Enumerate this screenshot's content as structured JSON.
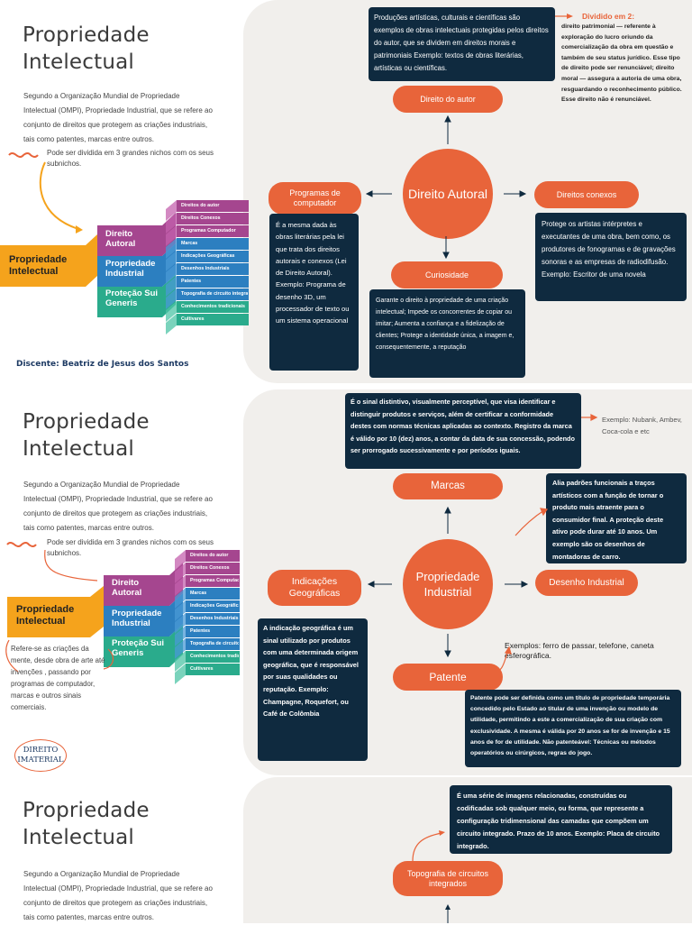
{
  "common": {
    "title_line1": "Propriedade",
    "title_line2": "Intelectual",
    "intro": "Segundo a Organização Mundial de Propriedade Intelectual (OMPI), Propriedade Industrial, que se refere ao conjunto de direitos que protegem as criações industriais, tais como patentes, marcas entre outros.",
    "niche_text": "Pode ser dividida em 3 grandes nichos com os seus subnichos.",
    "block_main": "Propriedade Intelectual",
    "block_direito": "Direito Autoral",
    "block_industrial": "Propriedade Industrial",
    "block_protecao": "Proteção Sui Generis",
    "stairs": [
      "Direitos do autor",
      "Direitos Conexos",
      "Programas Computador",
      "Marcas",
      "Indicações Geográficas",
      "Desenhos Industriais",
      "Patentes",
      "Topografia de circuito integrado",
      "Conhecimentos tradicionais",
      "Cultivares"
    ]
  },
  "section1": {
    "student": "Discente: Beatriz de Jesus dos Santos",
    "center": "Direito Autoral",
    "producoes": "Produções artísticas, culturais e científicas são exemplos de obras intelectuais protegidas pelos direitos do autor, que se dividem em direitos morais e patrimoniais Exemplo: textos de obras literárias, artísticas ou científicas.",
    "dividido_label": "Dividido em 2:",
    "dividido_text": "direito patrimonial — referente à exploração do lucro oriundo da comercialização da obra em questão e também de seu status jurídico. Esse tipo de direito pode ser renunciável; direito moral — assegura a autoria de uma obra, resguardando o reconhecimento público. Esse direito não é renunciável.",
    "direito_autor": "Direito do autor",
    "programas": "Programas de computador",
    "programas_text": "É a mesma dada às obras literárias pela lei que trata dos direitos autorais e conexos (Lei de Direito Autoral). Exemplo: Programa de desenho 3D, um processador de texto ou um sistema operacional",
    "conexos": "Direitos conexos",
    "conexos_text": "Protege os artistas intérpretes e executantes de uma obra, bem como, os produtores de fonogramas e de gravações sonoras e as empresas de radiodifusão. Exemplo: Escritor de uma novela",
    "curiosidade": "Curiosidade",
    "curiosidade_text": "Garante o direito à propriedade de uma criação intelectual; Impede os concorrentes de copiar ou imitar; Aumenta a confiança e a fidelização de clientes; Protege a identidade única, a imagem e, consequentemente, a reputação"
  },
  "section2": {
    "center": "Propriedade Industrial",
    "marca_text": "É o sinal distintivo, visualmente perceptível, que visa identificar e distinguir produtos e serviços, além de certificar a conformidade destes com normas técnicas aplicadas ao contexto. Registro da marca é válido por 10 (dez) anos, a contar da data de sua concessão, podendo ser prorrogado sucessivamente e por períodos iguais.",
    "marca_example": "Exemplo: Nubank, Ambev, Coca-cola e etc",
    "marcas": "Marcas",
    "desenho_text": "Alia padrões funcionais a traços artísticos com a função de tornar o produto mais atraente para o consumidor final. A proteção deste ativo pode durar até 10 anos. Um exemplo são os desenhos de montadoras de carro.",
    "desenho": "Desenho Industrial",
    "indicacoes": "Indicações Geográficas",
    "indicacoes_text": "A indicação geográfica é um sinal utilizado por produtos com uma determinada origem geográfica, que é responsável por suas qualidades ou reputação. Exemplo: Champagne, Roquefort, ou Café de Colômbia",
    "patente": "Patente",
    "patente_example": "Exemplos: ferro de passar, telefone, caneta esferográfica.",
    "patente_text": "Patente pode ser definida como um título de propriedade temporária concedido pelo Estado ao titular de uma invenção ou modelo de utilidade, permitindo a este a comercialização de sua criação com exclusividade. A mesma é válida por 20 anos se for de invenção e 15 anos de for de utilidade. Não patenteável: Técnicas ou métodos operatórios ou cirúrgicos, regras do jogo.",
    "refere_text": "Refere-se as criações da mente, desde obra de arte até invenções , passando por programas de computador, marcas e outros sinais comerciais.",
    "stamp_line1": "DIREITO",
    "stamp_line2": "IMATERIAL"
  },
  "section3": {
    "topografia_text": "É uma série de imagens relacionadas, construídas ou codificadas sob qualquer meio, ou forma, que represente a configuração tridimensional das camadas que compõem um circuito integrado. Prazo de 10 anos. Exemplo: Placa de circuito integrado.",
    "topografia": "Topografia de circuitos integrados"
  },
  "colors": {
    "orange": "#e8643a",
    "navy": "#0f2a3f",
    "panel": "#f1efec",
    "yellow": "#f5a31c",
    "purple": "#a5468f",
    "blue": "#2c7fc0",
    "green": "#2aab8c"
  }
}
